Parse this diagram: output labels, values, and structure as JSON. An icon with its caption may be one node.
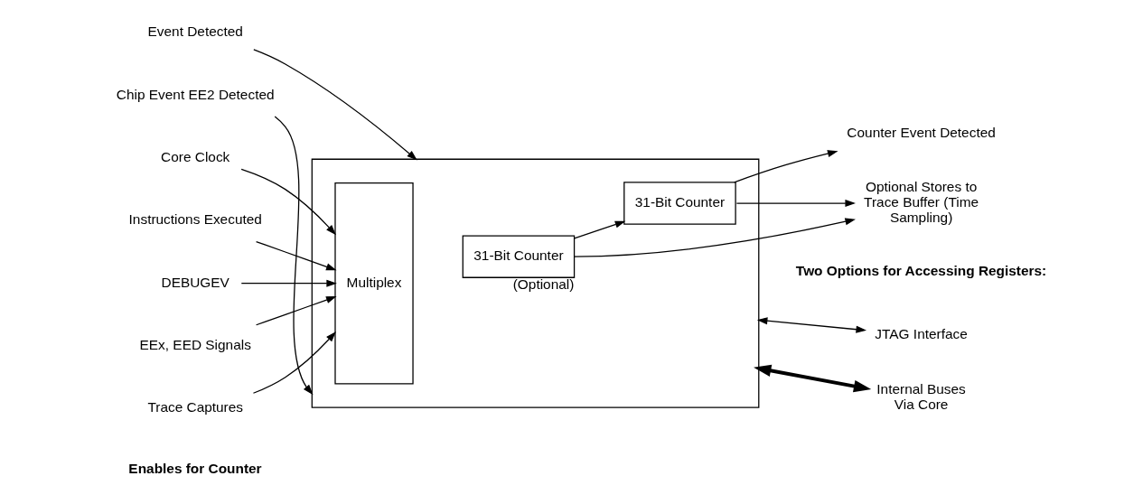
{
  "diagram": {
    "nodes": [
      {
        "text": [],
        "shape": "box"
      },
      {
        "text": [
          "Multiplex"
        ],
        "in": 0
      },
      {
        "text": [
          "31-Bit Counter"
        ],
        "in": 0,
        "beside": [
          "(Optional)"
        ]
      },
      {
        "text": [
          "31-Bit Counter"
        ],
        "in": 0
      },
      {
        "text": [
          "Core Clock"
        ]
      },
      {
        "text": [
          "Instructions Executed"
        ]
      },
      {
        "text": [
          "DEBUGEV"
        ]
      },
      {
        "text": [
          "EEx, EED Signals"
        ]
      },
      {
        "text": [
          "Trace Captures"
        ]
      },
      {
        "text": [
          "JTAG Interface"
        ]
      },
      {
        "text": [
          "Internal Buses Via Core"
        ]
      },
      {
        "text": [
          "Counter Event Detected"
        ]
      },
      {
        "text": [
          "Optional Stores to Trace Buffer (Time Sampling)"
        ]
      },
      {
        "text": [
          "Event Detected"
        ]
      },
      {
        "text": [
          "Chip Event EE2 Detected"
        ]
      }
    ],
    "edges": [
      {
        "from": 4,
        "to": 1,
        "arrow": "to"
      },
      {
        "from": 5,
        "to": 1,
        "arrow": "to"
      },
      {
        "from": 6,
        "to": 1,
        "arrow": "to"
      },
      {
        "from": 7,
        "to": 1,
        "arrow": "to"
      },
      {
        "from": 8,
        "to": 1,
        "arrow": "to"
      },
      {
        "from": 0,
        "to": 9,
        "arrow": "both"
      },
      {
        "from": 0,
        "to": 10,
        "arrow": "both",
        "style": "thick"
      },
      {
        "from": 2,
        "to": 3,
        "arrow": "to"
      },
      {
        "from": 3,
        "to": 11,
        "arrow": "to"
      },
      {
        "from": 2,
        "to": 12,
        "arrow": "to"
      },
      {
        "from": 3,
        "to": 12,
        "arrow": "to"
      },
      {
        "from": 13,
        "to": 0,
        "arrow": "to"
      },
      {
        "from": 14,
        "to": 0,
        "arrow": "to"
      }
    ],
    "labels": [
      "Two Options for Accessing Registers:",
      "Enables for Counter"
    ]
  }
}
